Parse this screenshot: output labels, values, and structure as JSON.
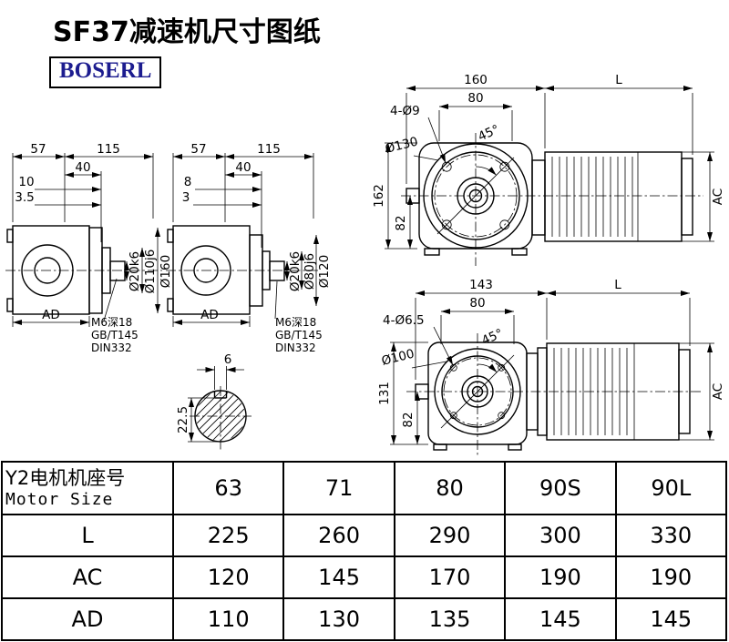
{
  "page": {
    "title": "SF37减速机尺寸图纸",
    "brand": "BOSERL"
  },
  "colors": {
    "brand_text": "#1c1c8f"
  },
  "viewA": {
    "dim57": "57",
    "dim115": "115",
    "dim40": "40",
    "dim10": "10",
    "dim3_5": "3.5",
    "shaft": "Ø20k6",
    "spigot": "Ø110j6",
    "flange": "Ø160",
    "ad": "AD",
    "note1": "M6深18",
    "note2": "GB/T145",
    "note3": "DIN332"
  },
  "viewB": {
    "dim57": "57",
    "dim115": "115",
    "dim40": "40",
    "dim8": "8",
    "dim3": "3",
    "shaft": "Ø20k6",
    "spigot": "Ø80j6",
    "flange": "Ø120",
    "ad": "AD",
    "note1": "M6深18",
    "note2": "GB/T145",
    "note3": "DIN332"
  },
  "viewC": {
    "dim160": "160",
    "dimL": "L",
    "dim80": "80",
    "holes": "4-Ø9",
    "angle": "45°",
    "boltCircle": "Ø130",
    "dim162": "162",
    "dim82": "82",
    "ac": "AC"
  },
  "viewD": {
    "dim143": "143",
    "dimL": "L",
    "dim80": "80",
    "holes": "4-Ø6.5",
    "angle": "45°",
    "boltCircle": "Ø100",
    "dim131": "131",
    "dim82": "82",
    "ac": "AC"
  },
  "viewE": {
    "keyWidth": "6",
    "keyDepth": "22.5"
  },
  "table": {
    "header": {
      "line1": "Y2电机机座号",
      "line2": "Motor Size"
    },
    "sizes": [
      "63",
      "71",
      "80",
      "90S",
      "90L"
    ],
    "rows": [
      {
        "label": "L",
        "values": [
          "225",
          "260",
          "290",
          "300",
          "330"
        ]
      },
      {
        "label": "AC",
        "values": [
          "120",
          "145",
          "170",
          "190",
          "190"
        ]
      },
      {
        "label": "AD",
        "values": [
          "110",
          "130",
          "135",
          "145",
          "145"
        ]
      }
    ]
  }
}
